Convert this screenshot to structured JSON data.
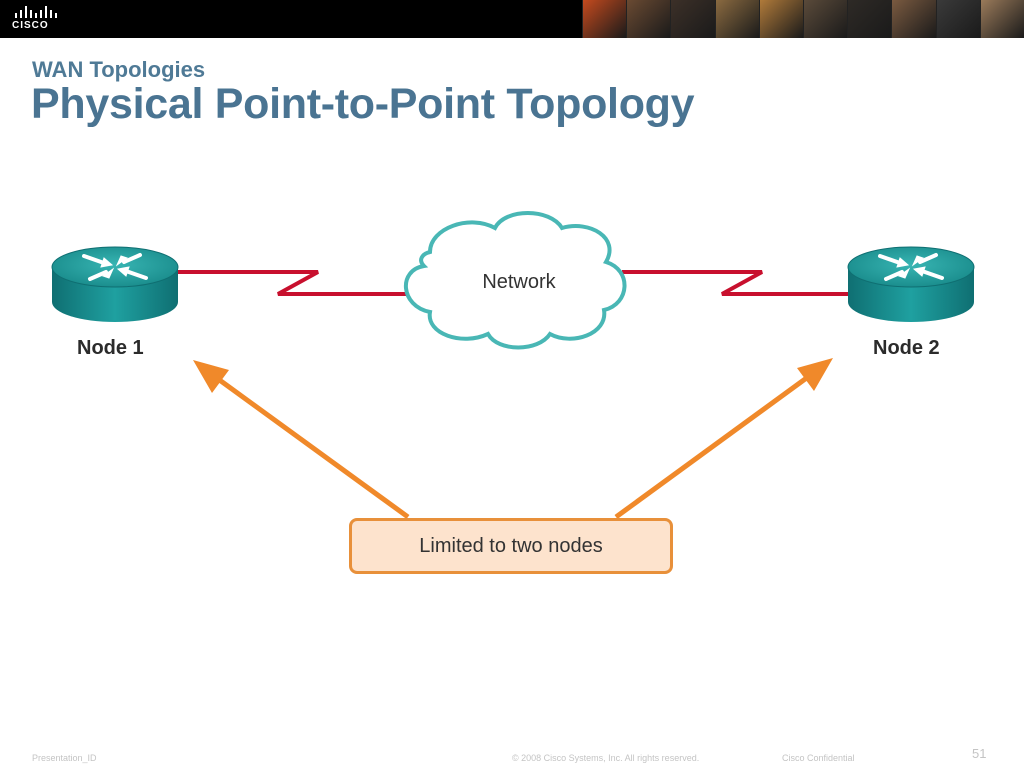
{
  "header": {
    "logo_text": "CISCO",
    "photo_colors": [
      "#c44a1e",
      "#6a4a32",
      "#3c3028",
      "#8a6a40",
      "#b07a3a",
      "#5a4a3a",
      "#2e2a26",
      "#7a5a40",
      "#3a3a3a",
      "#9a7a5a"
    ]
  },
  "slide": {
    "subtitle": "WAN Topologies",
    "title": "Physical Point-to-Point Topology"
  },
  "diagram": {
    "node1_label": "Node 1",
    "node2_label": "Node 2",
    "cloud_label": "Network",
    "callout_text": "Limited to two nodes",
    "colors": {
      "router": "#1e8f8f",
      "link": "#c8102e",
      "cloud_stroke": "#49b7b5",
      "arrow": "#f0892a",
      "callout_fill": "#fde3cd",
      "callout_border": "#e8903a"
    }
  },
  "footer": {
    "presentation_id": "Presentation_ID",
    "copyright": "© 2008 Cisco Systems, Inc. All rights reserved.",
    "confidential": "Cisco Confidential",
    "page_number": "51"
  }
}
